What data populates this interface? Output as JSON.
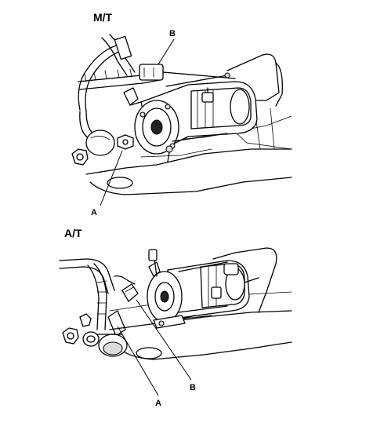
{
  "sections": {
    "mt": {
      "heading": "M/T",
      "callouts": {
        "a": "A",
        "b": "B"
      }
    },
    "at": {
      "heading": "A/T",
      "callouts": {
        "a": "A",
        "b": "B"
      }
    }
  }
}
